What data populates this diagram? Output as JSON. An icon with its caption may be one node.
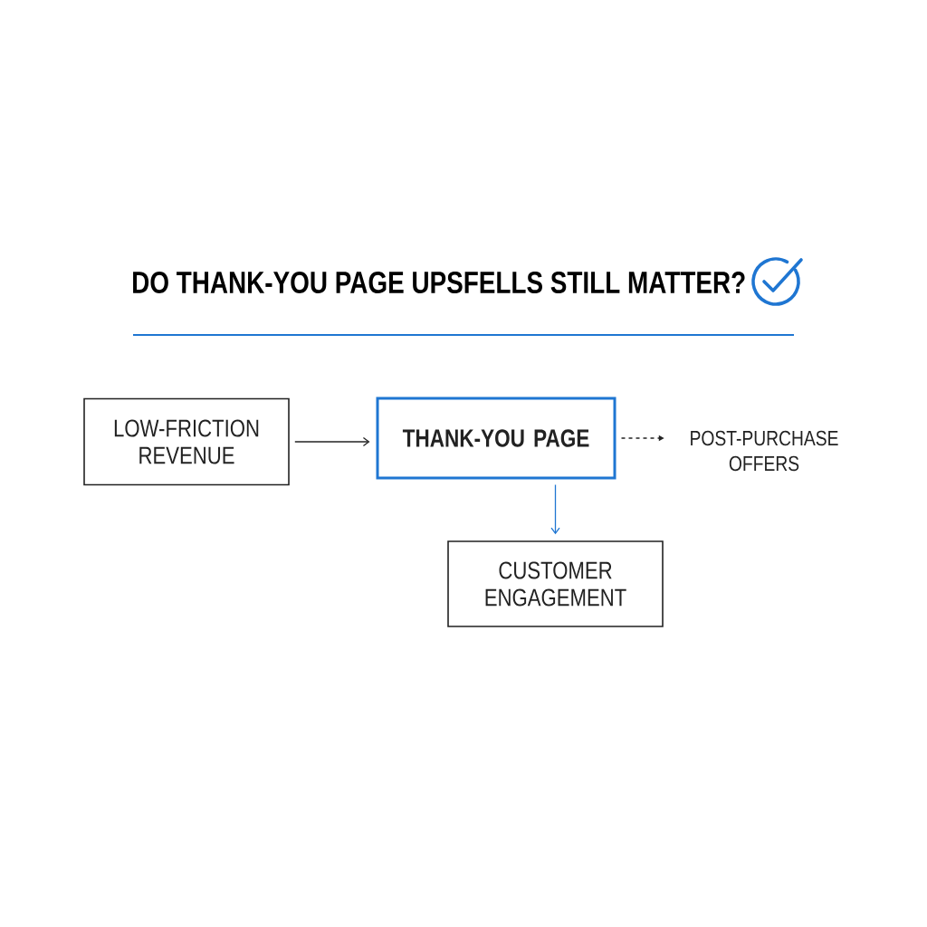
{
  "diagram": {
    "title": "DO THANK-YOU PAGE UPSFELLS STILL MATTER?",
    "nodes": [
      {
        "text": [
          "LOW-FRICTION REVENUE"
        ]
      },
      {
        "text": [
          "THANK-YOU PAGE"
        ]
      },
      {
        "text": [
          "POST-PURCHASE OFFERS"
        ]
      },
      {
        "text": [
          "CUSTOMER ENGAGEMENT"
        ]
      }
    ],
    "edges": [
      {
        "from": 0,
        "to": 1,
        "arrow": "to"
      },
      {
        "from": 1,
        "to": 2,
        "arrow": "to",
        "style": "dashed"
      },
      {
        "from": 1,
        "to": 3,
        "arrow": "to",
        "color": "#1f76d2"
      }
    ]
  }
}
